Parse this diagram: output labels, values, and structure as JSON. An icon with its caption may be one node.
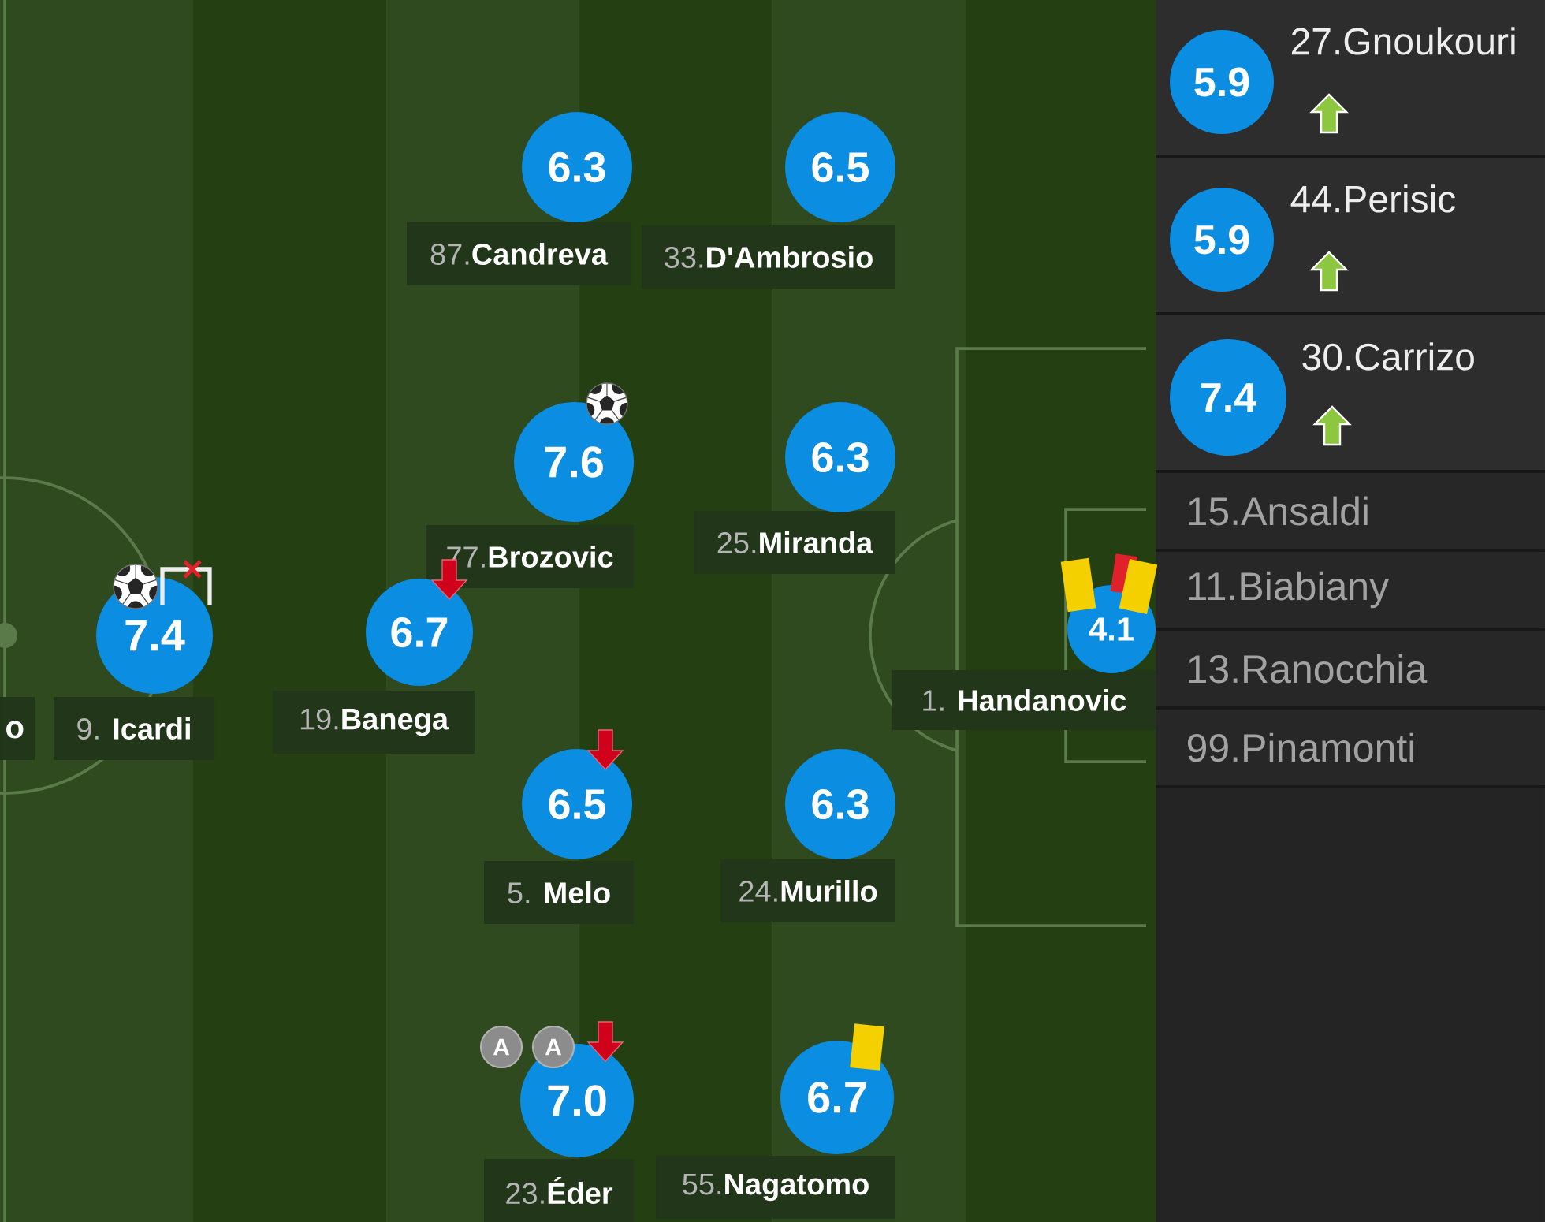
{
  "diagram": {
    "nodes": [
      {
        "text": [
          "6.3"
        ],
        "beside": [
          "87.**Candreva**"
        ]
      },
      {
        "text": [
          "6.5"
        ],
        "beside": [
          "33.**D'Ambrosio**"
        ]
      },
      {
        "text": [
          "7.6"
        ],
        "beside": [
          "77.**Brozovic**"
        ]
      },
      {
        "text": [
          "6.3"
        ],
        "beside": [
          "25.**Miranda**"
        ]
      },
      {
        "text": [
          "7.4"
        ],
        "beside": [
          "9. **Icardi**"
        ]
      },
      {
        "text": [
          "6.7"
        ],
        "beside": [
          "19.**Banega**"
        ]
      },
      {
        "text": [
          "4.1"
        ],
        "beside": [
          "1. **Handanovic**"
        ]
      },
      {
        "text": [
          "6.5"
        ],
        "beside": [
          "5. **Melo**"
        ]
      },
      {
        "text": [
          "6.3"
        ],
        "beside": [
          "24.**Murillo**"
        ]
      },
      {
        "text": [
          "7.0"
        ],
        "beside": [
          "23.**Éder**",
          "A",
          "A"
        ]
      },
      {
        "text": [
          "6.7"
        ],
        "beside": [
          "55.**Nagatomo**"
        ]
      },
      {
        "text": [
          "27.Gnoukouri"
        ]
      },
      {
        "text": [
          "5.9"
        ],
        "in": 11
      },
      {
        "text": [
          "44.Perisic"
        ]
      },
      {
        "text": [
          "5.9"
        ],
        "in": 13
      },
      {
        "text": [
          "30.Carrizo"
        ]
      },
      {
        "text": [
          "7.4"
        ],
        "in": 15
      },
      {
        "text": [
          "15.Ansaldi"
        ]
      },
      {
        "text": [
          "11.Biabiany"
        ]
      },
      {
        "text": [
          "13.Ranocchia"
        ]
      },
      {
        "text": [
          "99.Pinamonti"
        ]
      }
    ],
    "labels": [
      "o"
    ]
  }
}
